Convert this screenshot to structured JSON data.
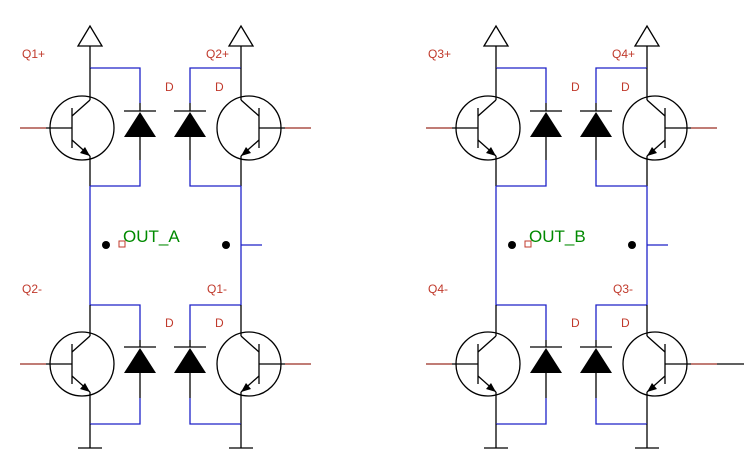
{
  "colors": {
    "wire": "#1e22c8",
    "symbol": "#000000",
    "label": "#c0392b",
    "net_label": "#008a00"
  },
  "bridges": [
    {
      "out_label": "OUT_A",
      "top_left": "Q1+",
      "top_right": "Q2+",
      "bottom_left": "Q2-",
      "bottom_right": "Q1-",
      "diode": "D"
    },
    {
      "out_label": "OUT_B",
      "top_left": "Q3+",
      "top_right": "Q4+",
      "bottom_left": "Q4-",
      "bottom_right": "Q3-",
      "diode": "D"
    }
  ],
  "icons": {
    "transistor": "npn-transistor-icon",
    "diode": "diode-icon",
    "power": "power-supply-arrow-icon",
    "ground": "ground-icon",
    "junction": "junction-dot-icon"
  }
}
